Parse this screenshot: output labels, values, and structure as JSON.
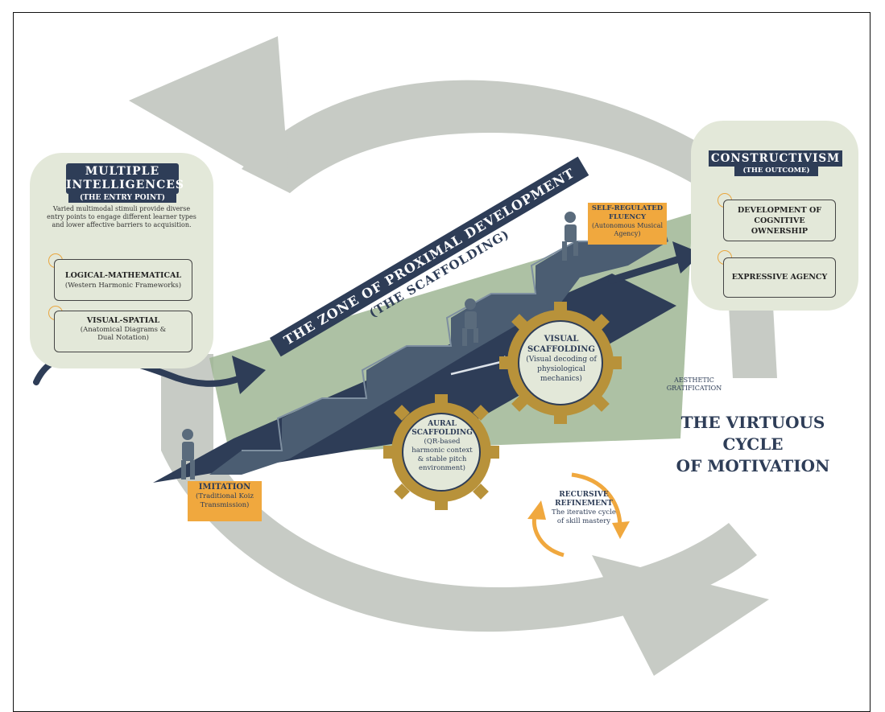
{
  "colors": {
    "navy": "#2e3d57",
    "orange": "#f0a83e",
    "panel": "#e3e8d9",
    "cycle_gray": "#c7cbc5",
    "gear_gold": "#b8923a",
    "green_field": "#9fb694"
  },
  "entry_panel": {
    "title": "MULTIPLE INTELLIGENCES",
    "subtitle": "(THE ENTRY POINT)",
    "description": "Varied multimodal stimuli provide diverse entry points to engage different learner types and lower affective barriers to acquisition.",
    "items": [
      {
        "title": "LOGICAL-MATHEMATICAL",
        "detail": "(Western Harmonic Frameworks)"
      },
      {
        "title": "VISUAL-SPATIAL",
        "detail": "(Anatomical Diagrams & Dual Notation)"
      }
    ]
  },
  "outcome_panel": {
    "title": "CONSTRUCTIVISM",
    "subtitle": "(THE OUTCOME)",
    "items": [
      {
        "title": "DEVELOPMENT OF COGNITIVE OWNERSHIP"
      },
      {
        "title": "EXPRESSIVE AGENCY"
      }
    ]
  },
  "zone": {
    "title": "THE ZONE OF PROXIMAL DEVELOPMENT",
    "subtitle": "(THE SCAFFOLDING)"
  },
  "stages": {
    "start": {
      "title": "IMITATION",
      "detail": "(Traditional Koiz Transmission)"
    },
    "end": {
      "title": "SELF-REGULATED FLUENCY",
      "detail": "(Autonomous Musical Agency)"
    }
  },
  "gears": {
    "aural": {
      "title": "AURAL SCAFFOLDING",
      "detail": "(QR-based harmonic context & stable pitch environment)"
    },
    "visual": {
      "title": "VISUAL SCAFFOLDING",
      "detail": "(Visual decoding of physiological mechanics)"
    }
  },
  "aesthetic_label": "AESTHETIC GRATIFICATION",
  "refinement": {
    "title": "RECURSIVE REFINEMENT",
    "detail": "The iterative cycle of skill mastery"
  },
  "cycle_title": [
    "THE VIRTUOUS",
    "CYCLE",
    "OF MOTIVATION"
  ]
}
